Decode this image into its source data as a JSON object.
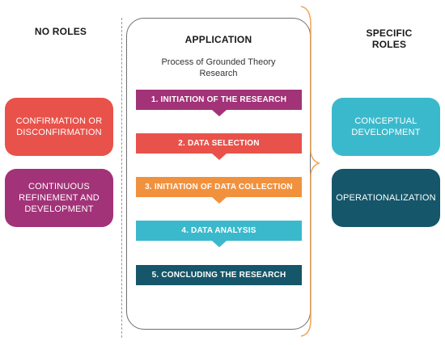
{
  "left": {
    "heading": "NO ROLES",
    "boxes": [
      {
        "label": "CONFIRMATION OR DISCONFIRMATION",
        "color": "#e8524a"
      },
      {
        "label": "CONTINUOUS REFINEMENT AND DEVELOPMENT",
        "color": "#a23378"
      }
    ]
  },
  "center": {
    "heading": "APPLICATION",
    "subtitle": "Process of Grounded Theory Research",
    "steps": [
      {
        "label": "1. INITIATION OF THE RESEARCH",
        "color": "#a23378"
      },
      {
        "label": "2. DATA SELECTION",
        "color": "#e8524a"
      },
      {
        "label": "3. INITIATION OF DATA COLLECTION",
        "color": "#f2913d"
      },
      {
        "label": "4. DATA ANALYSIS",
        "color": "#3bb9cc"
      },
      {
        "label": "5. CONCLUDING THE RESEARCH",
        "color": "#15566a"
      }
    ]
  },
  "right": {
    "heading": "SPECIFIC ROLES",
    "boxes": [
      {
        "label": "CONCEPTUAL DEVELOPMENT",
        "color": "#3bb9cc"
      },
      {
        "label": "OPERATIONALIZATION",
        "color": "#15566a"
      }
    ]
  },
  "brace_color": "#f0a85a"
}
